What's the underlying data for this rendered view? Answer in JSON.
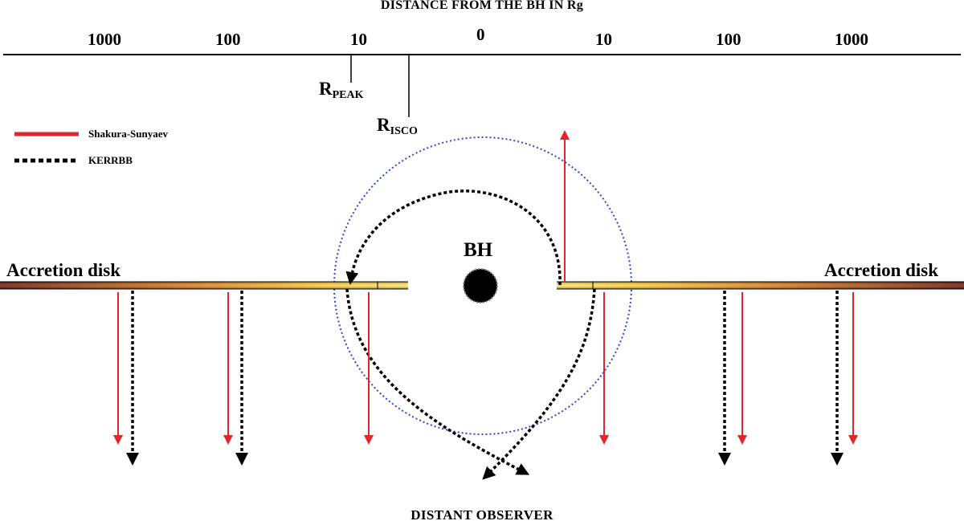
{
  "diagram": {
    "title": "DISTANCE FROM THE BH IN Rg",
    "axis_ticks_left": [
      "1000",
      "100",
      "10"
    ],
    "axis_tick_center": "0",
    "axis_ticks_right": [
      "10",
      "100",
      "1000"
    ],
    "r_peak": {
      "main": "R",
      "sub": "PEAK"
    },
    "r_isco": {
      "main": "R",
      "sub": "ISCO"
    },
    "legend": [
      {
        "label": "Shakura-Sunyaev",
        "color": "#e0262b",
        "style": "solid"
      },
      {
        "label": "KERRBB",
        "color": "#000000",
        "style": "dotted"
      }
    ],
    "disk_label_left": "Accretion disk",
    "disk_label_right": "Accretion disk",
    "bh_label": "BH",
    "observer_label": "DISTANT OBSERVER",
    "colors": {
      "shakura": "#e0262b",
      "kerrbb": "#000000",
      "circle": "#2a46d8",
      "disk_outer": "#6b1a0a",
      "disk_inner": "#ffd23a"
    }
  }
}
